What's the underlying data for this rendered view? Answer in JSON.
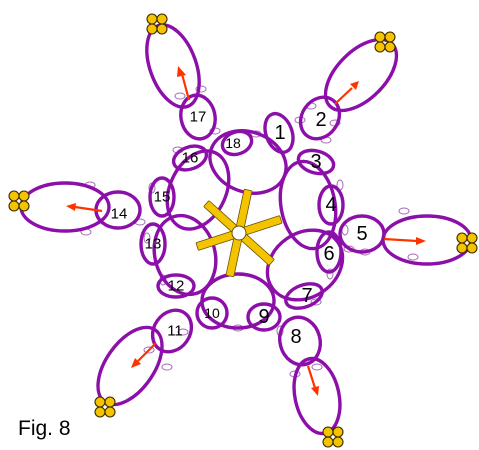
{
  "caption": "Fig. 8",
  "ring_numbers": [
    "1",
    "2",
    "3",
    "4",
    "5",
    "6",
    "7",
    "8",
    "9",
    "10",
    "11",
    "12",
    "13",
    "14",
    "15",
    "16",
    "17",
    "18"
  ],
  "colors": {
    "thread": "#8b0fa8",
    "bead": "#f5c400",
    "arrow": "#ff3300",
    "spoke": "#f5c400"
  }
}
